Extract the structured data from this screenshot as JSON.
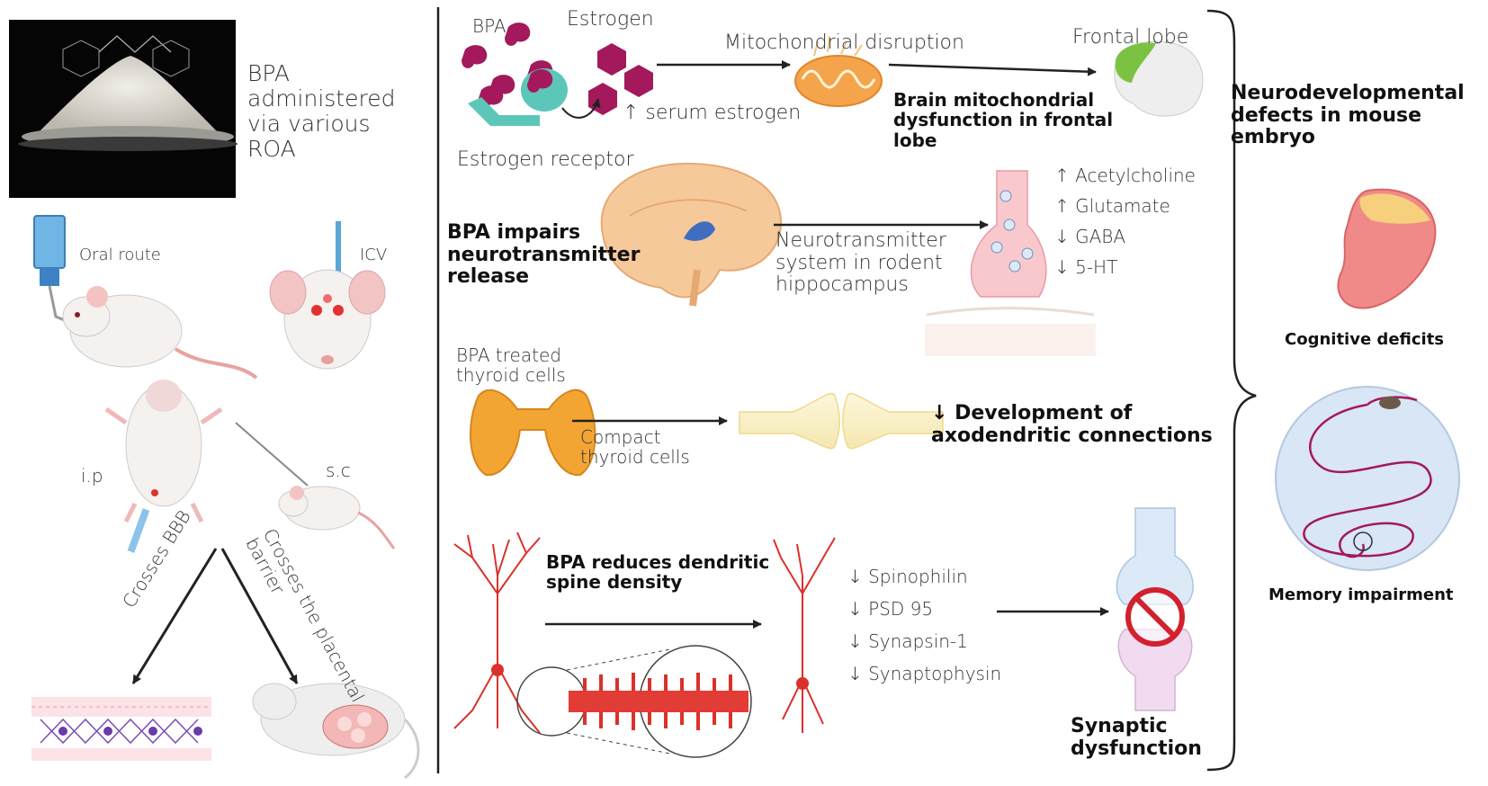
{
  "left_panel": {
    "bpa_admin": "BPA\nadministered\nvia various\nROA",
    "oral_route": "Oral route",
    "icv": "ICV",
    "ip": "i.p",
    "sc": "s.c",
    "crosses_bbb": "Crosses BBB",
    "crosses_placental": "Crosses the placental\nbarrier"
  },
  "row1": {
    "bpa": "BPA",
    "estrogen": "Estrogen",
    "estrogen_receptor": "Estrogen receptor",
    "serum_estrogen": "↑ serum estrogen",
    "mito_disruption": "Mitochondrial disruption",
    "frontal_lobe": "Frontal lobe",
    "brain_mito": "Brain mitochondrial\ndysfunction in frontal\nlobe"
  },
  "row2": {
    "title": "BPA impairs\nneurotransmitter\nrelease",
    "system": "Neurotransmitter\nsystem in rodent\nhippocampus",
    "markers": [
      "↑ Acetylcholine",
      "↑ Glutamate",
      "↓ GABA",
      "↓ 5-HT"
    ]
  },
  "row3": {
    "treated": "BPA treated\nthyroid cells",
    "compact": "Compact\nthyroid cells",
    "development": "↓ Development of\naxodendritic connections"
  },
  "row4": {
    "title": "BPA reduces dendritic\nspine density",
    "markers": [
      "↓ Spinophilin",
      "↓ PSD 95",
      "↓ Synapsin-1",
      "↓ Synaptophysin"
    ],
    "synaptic": "Synaptic\ndysfunction"
  },
  "right_panel": {
    "title": "Neurodevelopmental\ndefects in mouse\nembryo",
    "cognitive": "Cognitive deficits",
    "memory": "Memory impairment"
  },
  "colors": {
    "bpa_magenta": "#a3195b",
    "receptor_teal": "#5cc7b9",
    "neuron_red": "#d9322b",
    "mito_orange": "#f4a44a",
    "brain_peach": "#f6c99a",
    "frontal_green": "#7cc242",
    "bone_cream": "#fbf3cf",
    "inhibit_red": "#d3202e"
  }
}
